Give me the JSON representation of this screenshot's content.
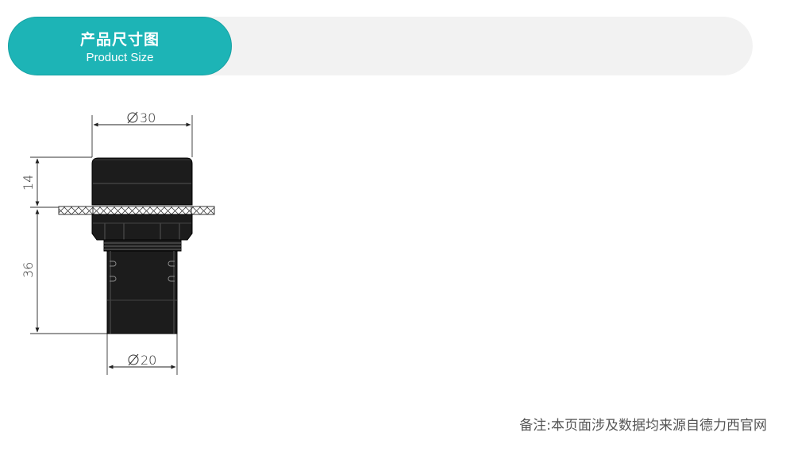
{
  "header": {
    "title_cn": "产品尺寸图",
    "title_en": "Product Size"
  },
  "diagram": {
    "dim_top_width": "30",
    "dim_cap_height": "14",
    "dim_body_height": "36",
    "dim_bottom_width": "20"
  },
  "footnote": "备注:本页面涉及数据均来源自德力西官网",
  "colors": {
    "accent": "#1db4b6",
    "header_bg": "#f2f2f2",
    "part": "#1a1a1a"
  }
}
